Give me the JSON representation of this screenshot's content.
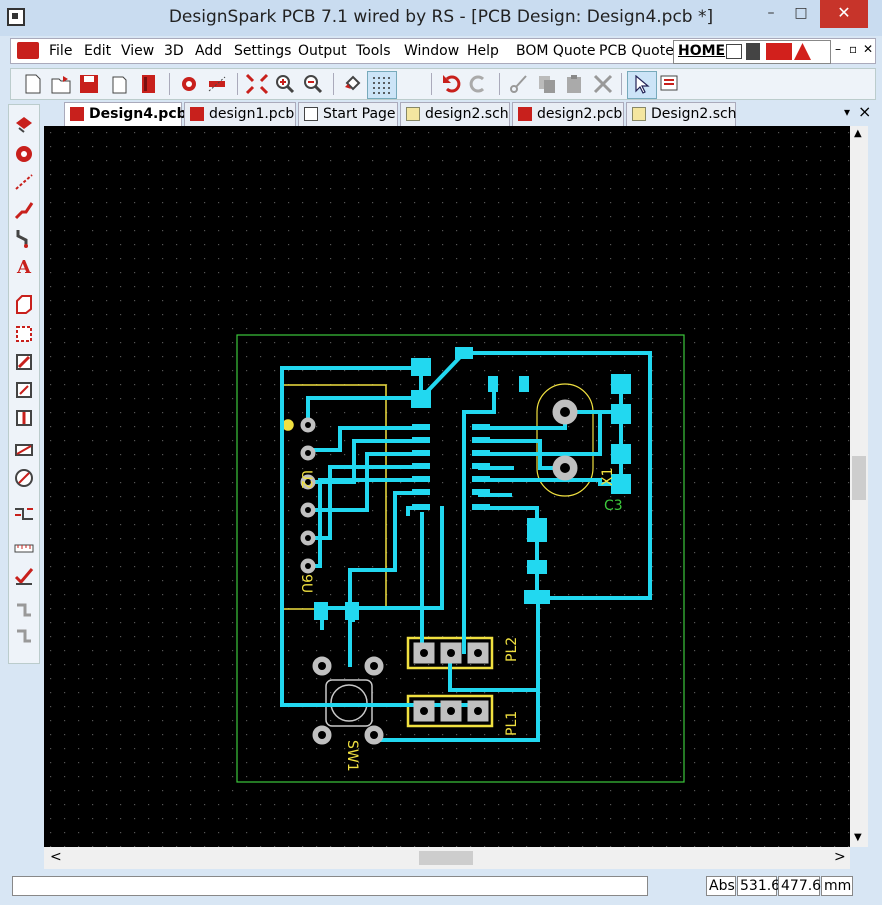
{
  "window": {
    "title": "DesignSpark PCB 7.1 wired by RS - [PCB Design: Design4.pcb *]",
    "minimize": "–",
    "maximize": "□",
    "close": "✕"
  },
  "menu": {
    "items": [
      "File",
      "Edit",
      "View",
      "3D",
      "Add",
      "Settings",
      "Output",
      "Tools",
      "Window",
      "Help"
    ],
    "extra": [
      "BOM Quote",
      "PCB Quote"
    ],
    "home_label": "HOME",
    "mdi_min": "–",
    "mdi_restore": "▫",
    "mdi_close": "✕"
  },
  "tabs": [
    {
      "label": "Design4.pcb",
      "icon": "pcb-icon",
      "active": true
    },
    {
      "label": "design1.pcb",
      "icon": "pcb-icon",
      "active": false
    },
    {
      "label": "Start Page",
      "icon": "page-icon",
      "active": false
    },
    {
      "label": "design2.sch",
      "icon": "schematic-icon",
      "active": false
    },
    {
      "label": "design2.pcb",
      "icon": "pcb-icon",
      "active": false
    },
    {
      "label": "Design2.sch",
      "icon": "schematic-icon",
      "active": false
    }
  ],
  "tab_menu_glyph": "▾",
  "tab_close_glyph": "×",
  "pcb": {
    "labels": {
      "pl1": "PL1",
      "pl2": "PL2",
      "sw1": "SW1",
      "c3": "C3",
      "x1": "X1",
      "u2": "U2",
      "u9": "9U"
    },
    "colors": {
      "track": "#22d8f0",
      "silkscreen": "#f0e040",
      "outline": "#3cc83c",
      "background": "#000000",
      "pad_hole": "#c0c0c0"
    }
  },
  "status": {
    "mode": "Abs",
    "x": "531.6",
    "y": "477.6",
    "units": "mm"
  },
  "scroll": {
    "up": "▲",
    "down": "▼",
    "left": "<",
    "right": ">"
  }
}
